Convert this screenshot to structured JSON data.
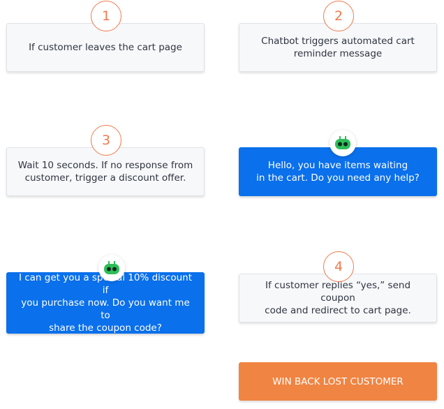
{
  "steps": {
    "s1": "1",
    "s2": "2",
    "s3": "3",
    "s4": "4"
  },
  "cards": {
    "leave_cart": "If customer leaves the cart page",
    "chatbot_triggers": "Chatbot triggers automated cart\nreminder message",
    "wait_10": "Wait 10 seconds. If no response from\ncustomer, trigger a discount offer.",
    "bot_hello": "Hello, you have items waiting\nin the cart. Do you need any help?",
    "bot_discount": "I can get you a special 10% discount if\nyou purchase now. Do you want me to\nshare the coupon code?",
    "customer_replies": "If customer replies “yes,” send coupon\ncode and redirect to cart page.",
    "win_back": "WIN BACK LOST CUSTOMER"
  },
  "colors": {
    "accent_orange": "#ef7a4c",
    "bot_blue": "#0a70eb",
    "bot_icon_green": "#2ebd59",
    "cta_orange": "#f08442"
  },
  "icons": {
    "bot": "robot-head-icon"
  }
}
